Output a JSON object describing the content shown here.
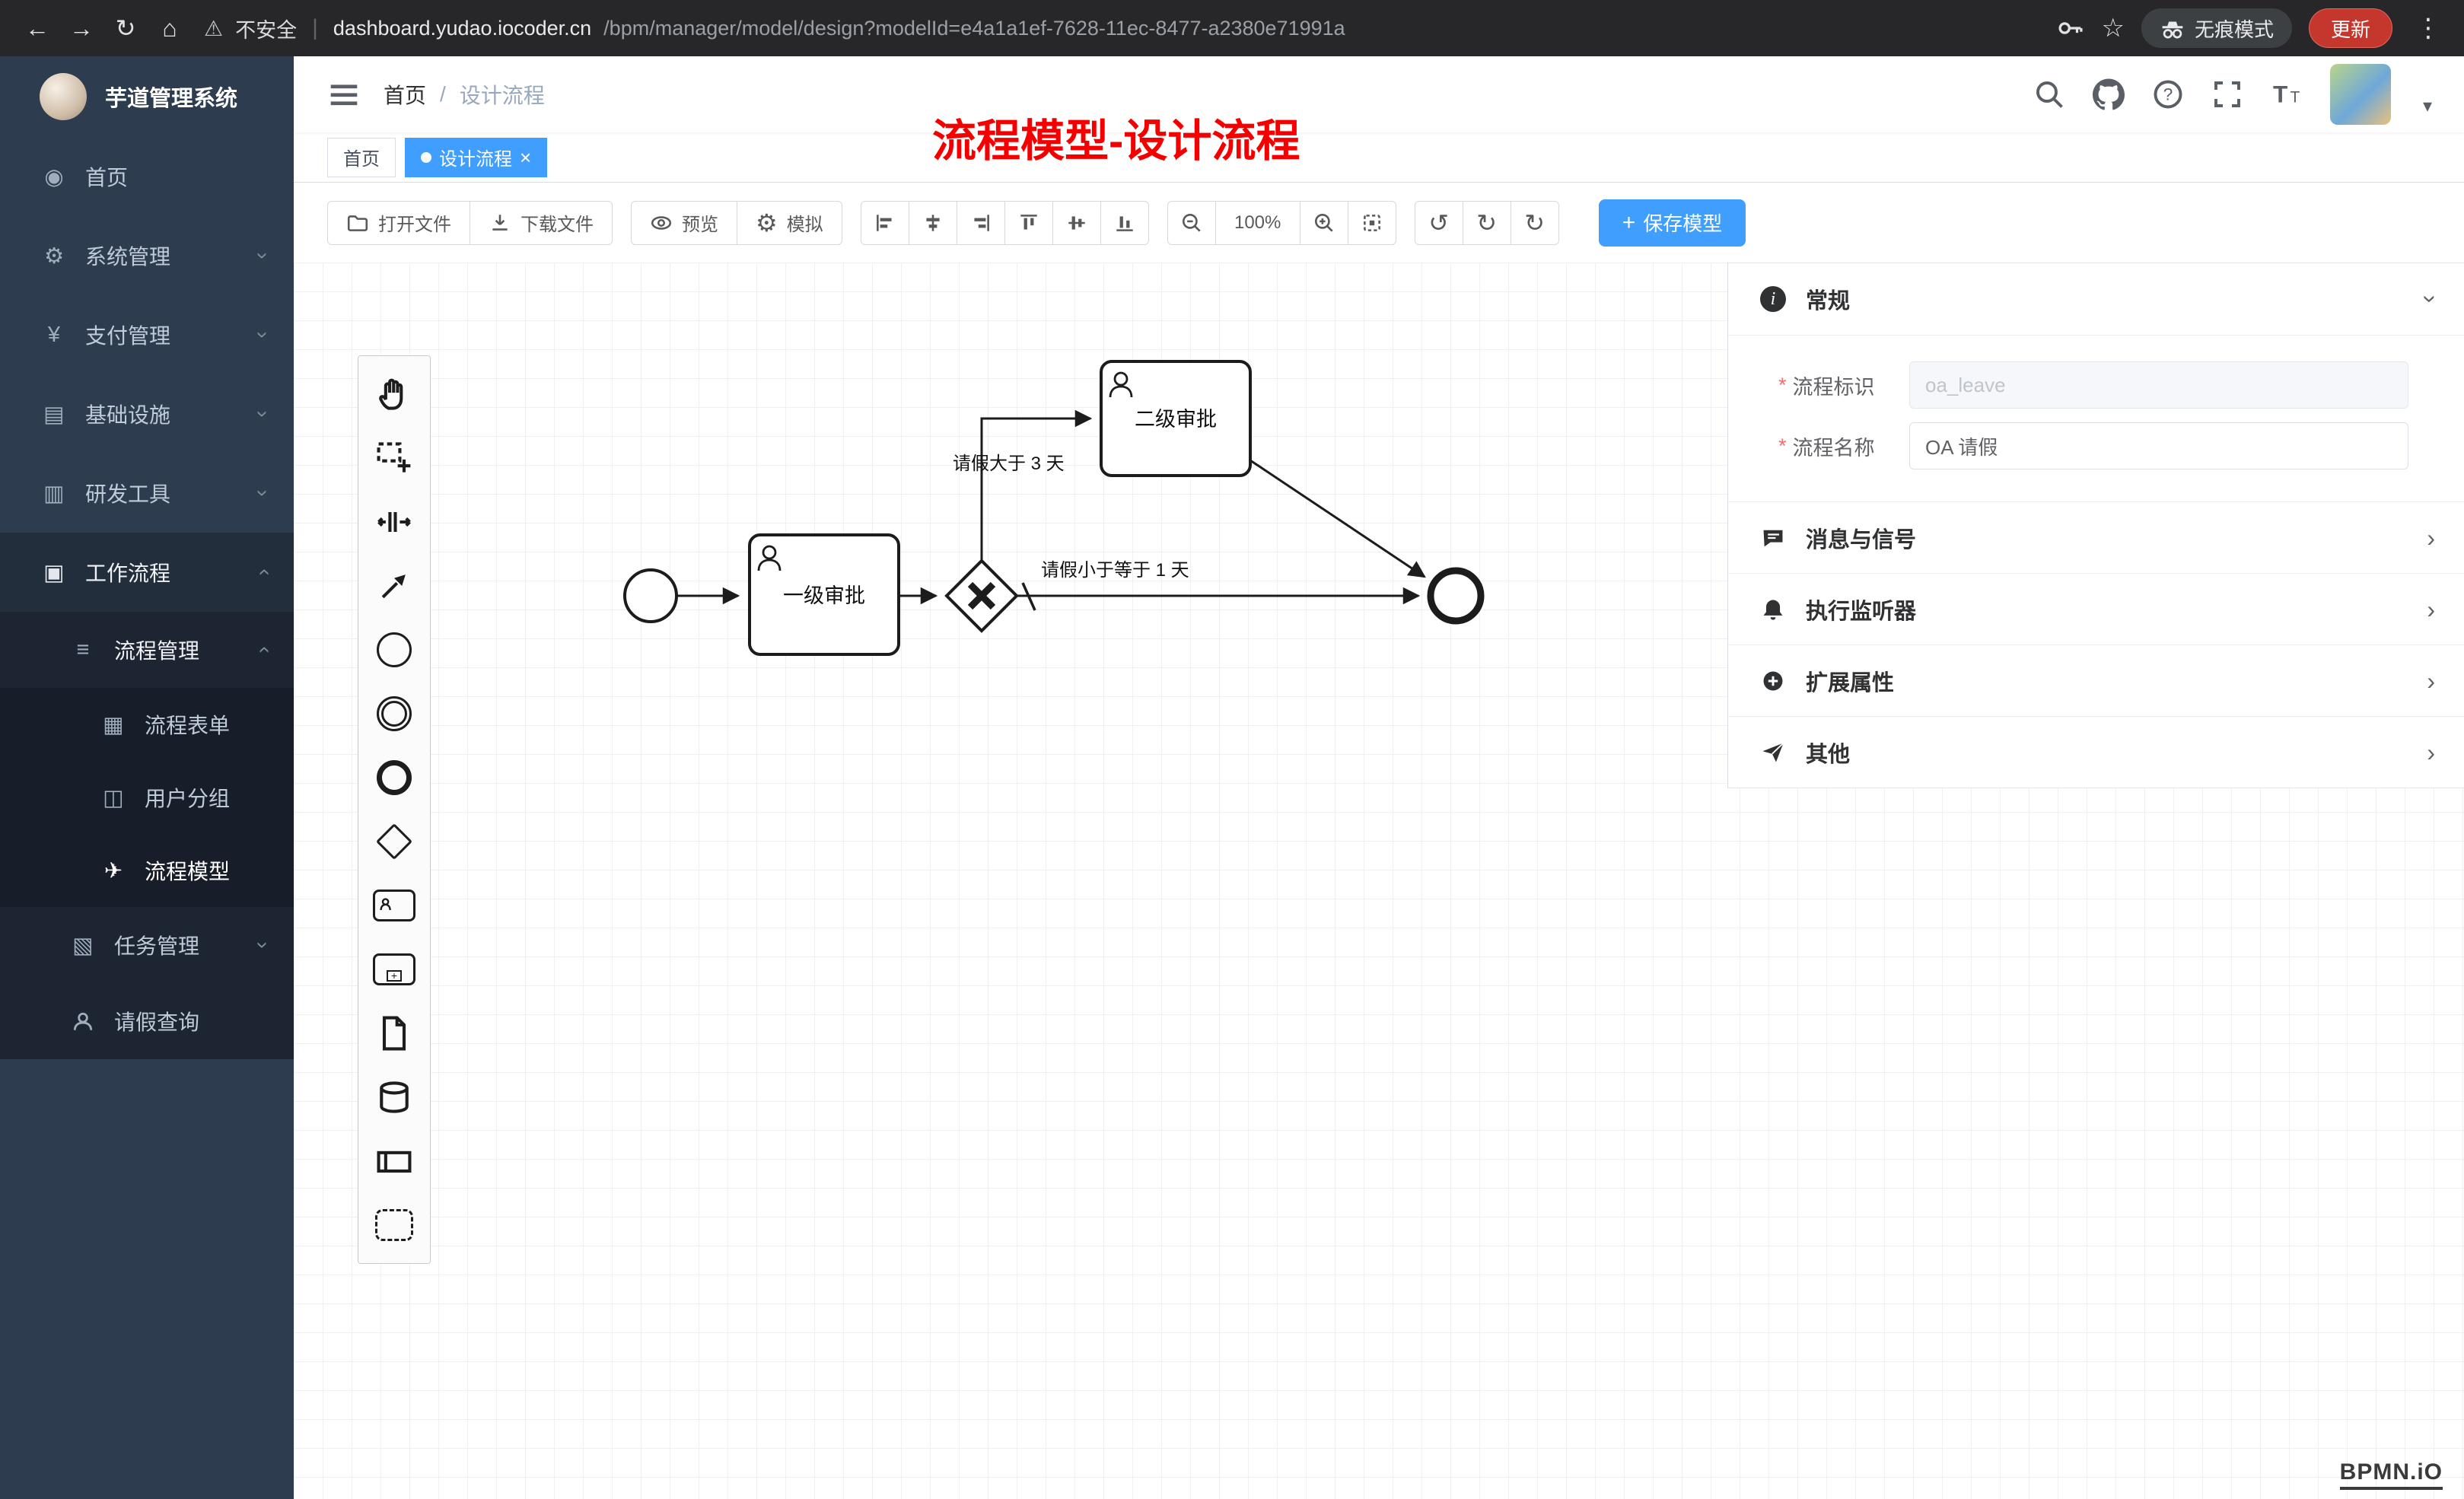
{
  "browser": {
    "security_label": "不安全",
    "url_host": "dashboard.yudao.iocoder.cn",
    "url_path": "/bpm/manager/model/design?modelId=e4a1a1ef-7628-11ec-8477-a2380e71991a",
    "incognito_label": "无痕模式",
    "update_label": "更新"
  },
  "sidebar": {
    "app_title": "芋道管理系统",
    "items": [
      {
        "label": "首页"
      },
      {
        "label": "系统管理"
      },
      {
        "label": "支付管理"
      },
      {
        "label": "基础设施"
      },
      {
        "label": "研发工具"
      },
      {
        "label": "工作流程"
      },
      {
        "label": "流程管理"
      },
      {
        "label": "流程表单"
      },
      {
        "label": "用户分组"
      },
      {
        "label": "流程模型"
      },
      {
        "label": "任务管理"
      },
      {
        "label": "请假查询"
      }
    ]
  },
  "header": {
    "breadcrumb_home": "首页",
    "breadcrumb_separator": "/",
    "breadcrumb_current": "设计流程"
  },
  "annotation": "流程模型-设计流程",
  "tabs": {
    "home": "首页",
    "active": "设计流程"
  },
  "toolbar": {
    "open_file": "打开文件",
    "download_file": "下载文件",
    "preview": "预览",
    "simulate": "模拟",
    "zoom_level": "100%",
    "save_model": "保存模型"
  },
  "diagram": {
    "task_level1": "一级审批",
    "task_level2": "二级审批",
    "flow_gt3": "请假大于 3 天",
    "flow_le1": "请假小于等于 1 天"
  },
  "properties": {
    "required_marker": "*",
    "general_title": "常规",
    "key_label": "流程标识",
    "key_value": "oa_leave",
    "name_label": "流程名称",
    "name_value": "OA 请假",
    "sections": [
      "消息与信号",
      "执行监听器",
      "扩展属性",
      "其他"
    ]
  },
  "watermark": "BPMN.iO",
  "colors": {
    "accent_blue": "#409eff",
    "sidebar_bg": "#2e3c50",
    "annotation_red": "#f50000",
    "update_red": "#c5362c"
  }
}
